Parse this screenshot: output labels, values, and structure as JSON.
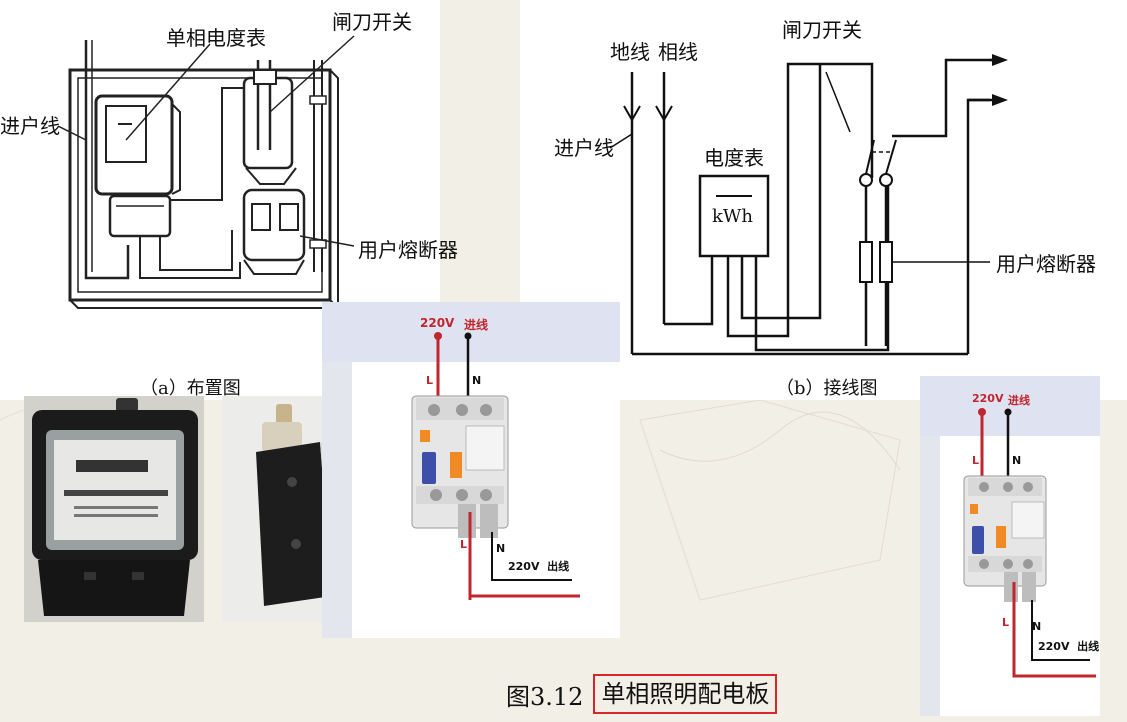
{
  "layout_panel": {
    "meter_label": "单相电度表",
    "switch_label": "闸刀开关",
    "entry_label": "进户线",
    "fuse_label": "用户熔断器",
    "caption": "（a）布置图"
  },
  "wiring_panel": {
    "ground_label": "地线",
    "phase_label": "相线",
    "switch_label": "闸刀开关",
    "entry_label": "进户线",
    "meter_label": "电度表",
    "meter_unit": "kWh",
    "fuse_label": "用户熔断器",
    "caption": "（b）接线图"
  },
  "breaker_photo_1": {
    "in_voltage": "220V",
    "in_label": "进线",
    "l_top": "L",
    "n_top": "N",
    "l_bottom": "L",
    "n_bottom": "N",
    "out_label": "220V  出线"
  },
  "breaker_photo_2": {
    "in_voltage": "220V",
    "in_label": "进线",
    "l_top": "L",
    "n_top": "N",
    "l_bottom": "L",
    "n_bottom": "N",
    "out_label": "220V  出线"
  },
  "figure": {
    "number": "图3.12",
    "title": "单相照明配电板",
    "highlight_color": "#d9262c"
  },
  "colors": {
    "live_wire": "#c0272d",
    "neutral_wire": "#111111",
    "breaker_body": "#e6e6e6",
    "breaker_handle": "#3d4fa8",
    "breaker_orange": "#f08a24"
  }
}
